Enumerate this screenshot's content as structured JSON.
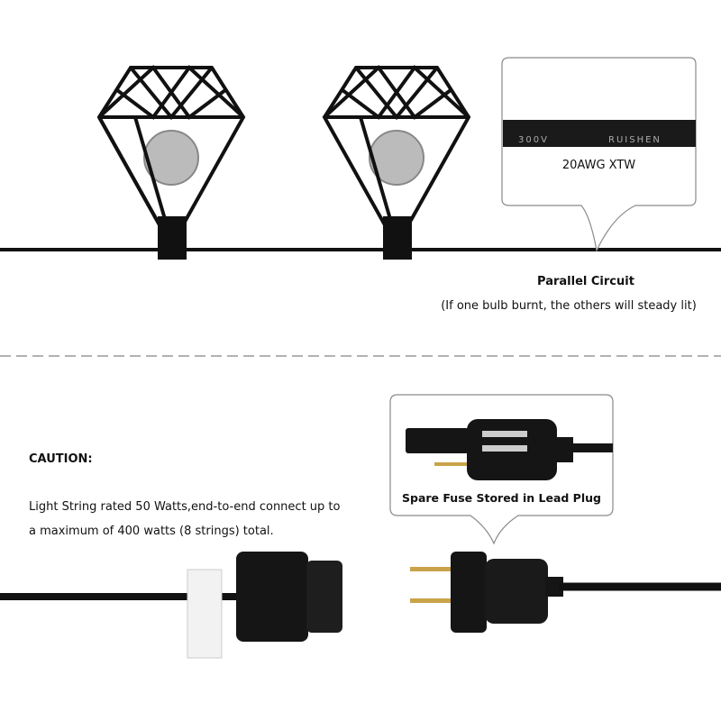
{
  "top": {
    "cable_callout": {
      "cable_print_1": "300V",
      "cable_print_2": "RUISHEN",
      "label": "20AWG XTW"
    },
    "circuit_title": "Parallel Circuit",
    "circuit_note": "(If one bulb burnt, the others will steady lit)"
  },
  "bottom": {
    "caution_title": "CAUTION:",
    "caution_line1": "Light String rated 50 Watts,end-to-end connect up to",
    "caution_line2": "a maximum of 400 watts (8 strings) total.",
    "fuse_callout_label": "Spare Fuse Stored in Lead Plug"
  },
  "colors": {
    "cord": "#111111",
    "callout_border": "#8a8a8a",
    "divider": "#999999"
  }
}
